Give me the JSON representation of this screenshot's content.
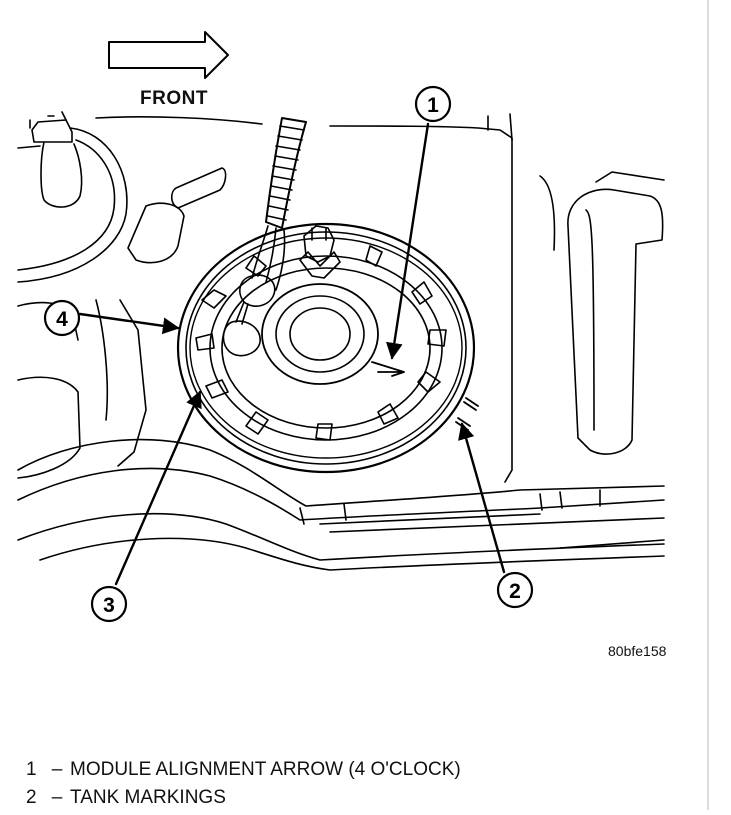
{
  "diagram": {
    "front_label": "FRONT",
    "figure_id": "80bfe158",
    "callouts": [
      {
        "number": "1"
      },
      {
        "number": "2"
      },
      {
        "number": "3"
      },
      {
        "number": "4"
      }
    ]
  },
  "legend": [
    {
      "number": "1",
      "dash": "–",
      "text": "MODULE ALIGNMENT ARROW (4 O'CLOCK)"
    },
    {
      "number": "2",
      "dash": "–",
      "text": "TANK MARKINGS"
    }
  ]
}
